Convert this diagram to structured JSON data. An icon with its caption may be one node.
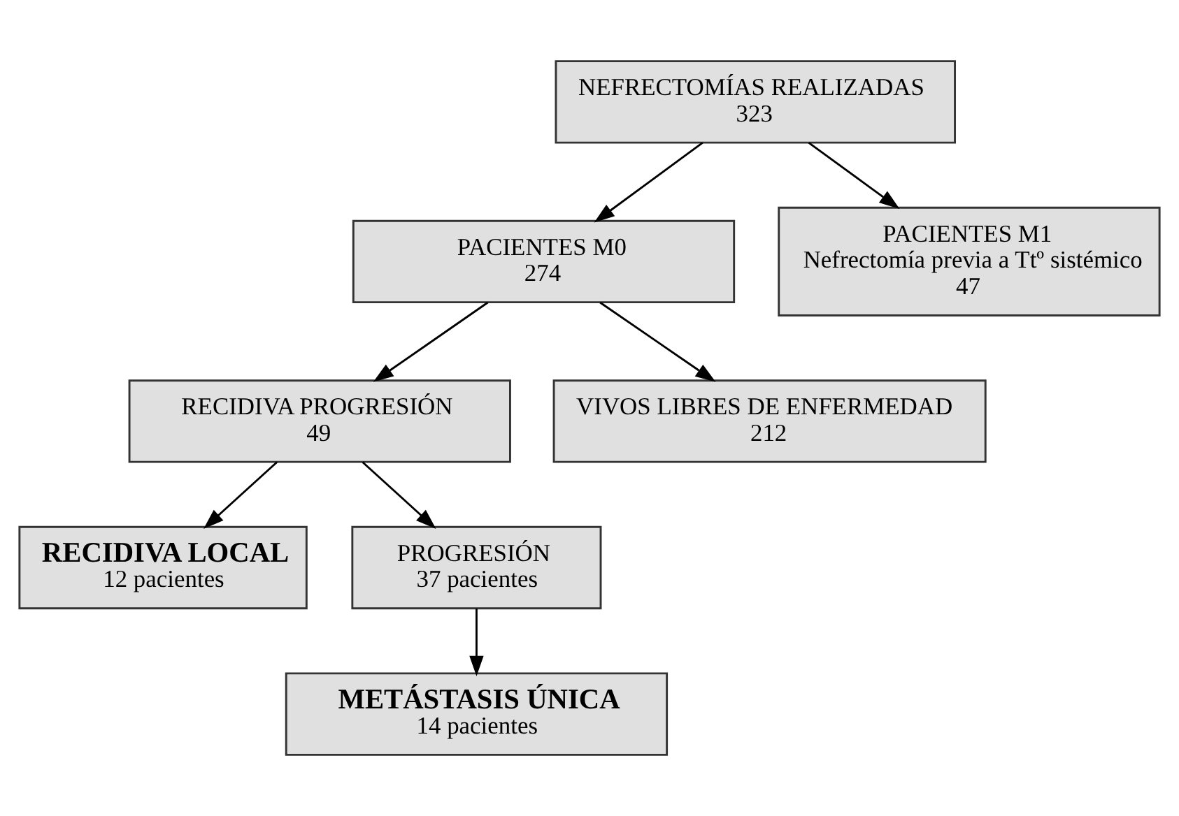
{
  "diagram": {
    "nodes": [
      {
        "text": [
          "NEFRECTOMÍAS REALIZADAS",
          "323"
        ]
      },
      {
        "text": [
          "PACIENTES M0",
          "274"
        ]
      },
      {
        "text": [
          "PACIENTES M1",
          "Nefrectomía previa a Ttº sistémico",
          "47"
        ]
      },
      {
        "text": [
          "RECIDIVA PROGRESIÓN",
          "49"
        ]
      },
      {
        "text": [
          "VIVOS LIBRES DE ENFERMEDAD",
          "212"
        ]
      },
      {
        "text": [
          "RECIDIVA LOCAL",
          "12 pacientes"
        ]
      },
      {
        "text": [
          "PROGRESIÓN",
          "37 pacientes"
        ]
      },
      {
        "text": [
          "METÁSTASIS ÚNICA",
          "14 pacientes"
        ]
      }
    ],
    "edges": [
      {
        "from": 0,
        "to": 1,
        "arrow": "to"
      },
      {
        "from": 0,
        "to": 2,
        "arrow": "to"
      },
      {
        "from": 1,
        "to": 3,
        "arrow": "to"
      },
      {
        "from": 1,
        "to": 4,
        "arrow": "to"
      },
      {
        "from": 3,
        "to": 5,
        "arrow": "to"
      },
      {
        "from": 3,
        "to": 6,
        "arrow": "to"
      },
      {
        "from": 6,
        "to": 7,
        "arrow": "to"
      }
    ]
  }
}
